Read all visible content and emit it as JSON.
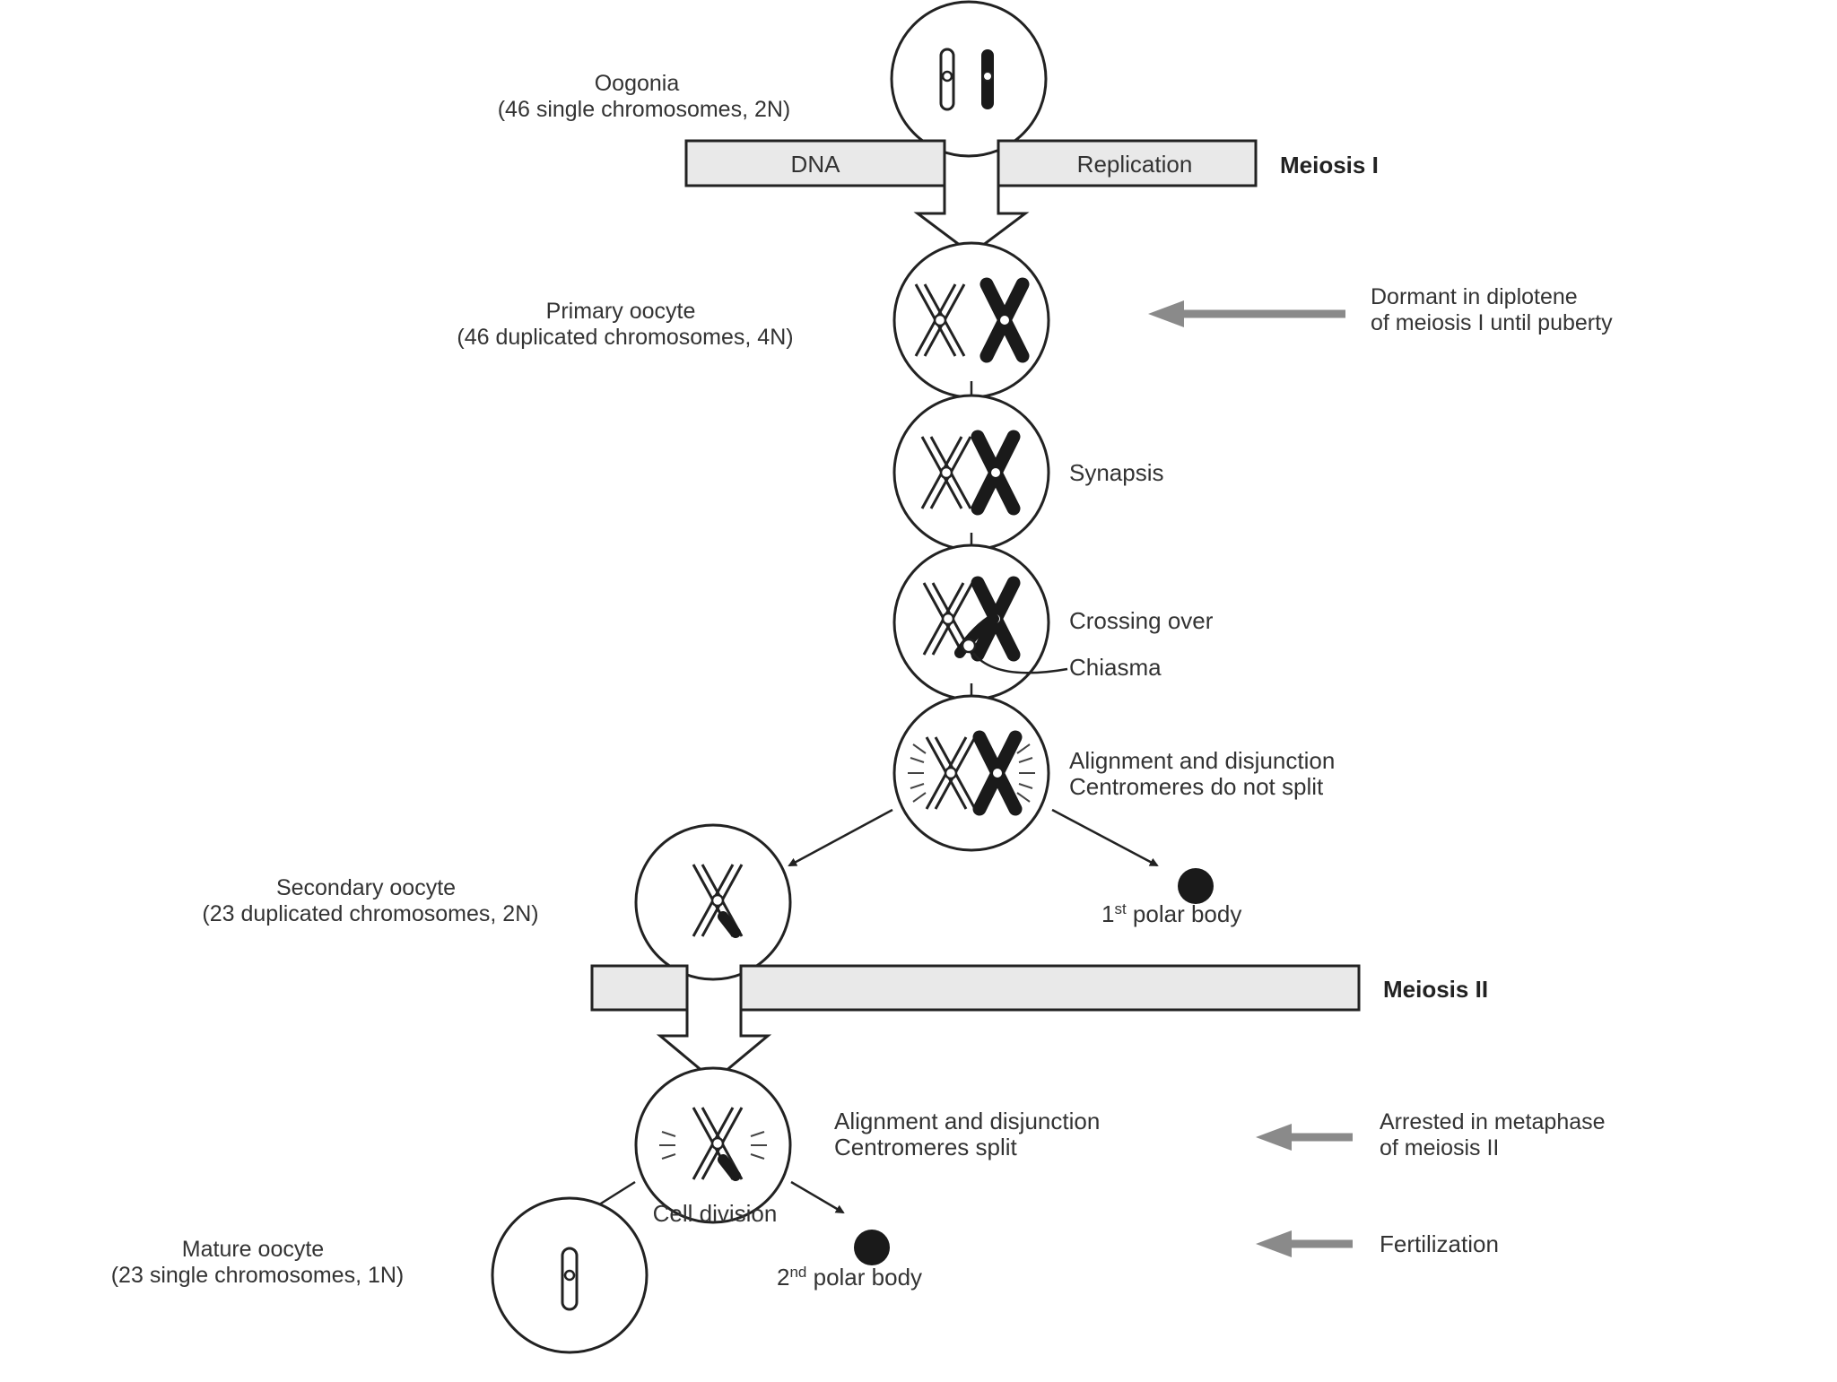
{
  "oogonia": {
    "name": "Oogonia",
    "desc": "(46 single chromosomes, 2N)"
  },
  "replication_bar": {
    "left": "DNA",
    "right": "Replication"
  },
  "meiosis_1": "Meiosis I",
  "primary_oocyte": {
    "name": "Primary oocyte",
    "desc": "(46 duplicated chromosomes, 4N)"
  },
  "dormant_note": {
    "line1": "Dormant in diplotene",
    "line2": "of meiosis I until puberty"
  },
  "synapsis": "Synapsis",
  "crossing_over": "Crossing over",
  "chiasma": "Chiasma",
  "alignment_1": {
    "line1": "Alignment and disjunction",
    "line2": "Centromeres do not split"
  },
  "secondary_oocyte": {
    "name": "Secondary oocyte",
    "desc": "(23 duplicated chromosomes, 2N)"
  },
  "polar_body_1": {
    "num": "1",
    "sup": "st",
    "rest": " polar body"
  },
  "meiosis_2": "Meiosis II",
  "alignment_2": {
    "line1": "Alignment and disjunction",
    "line2": "Centromeres split"
  },
  "arrested_note": {
    "line1": "Arrested in metaphase",
    "line2": "of meiosis II"
  },
  "cell_division": "Cell division",
  "mature_oocyte": {
    "name": "Mature oocyte",
    "desc": "(23 single chromosomes, 1N)"
  },
  "polar_body_2": {
    "num": "2",
    "sup": "nd",
    "rest": " polar body"
  },
  "fertilization": "Fertilization",
  "colors": {
    "line": "#222222",
    "bar_fill": "#e9e9e9",
    "gray_arrow": "#8a8a8a",
    "dark": "#1a1a1a",
    "text": "#333333"
  }
}
